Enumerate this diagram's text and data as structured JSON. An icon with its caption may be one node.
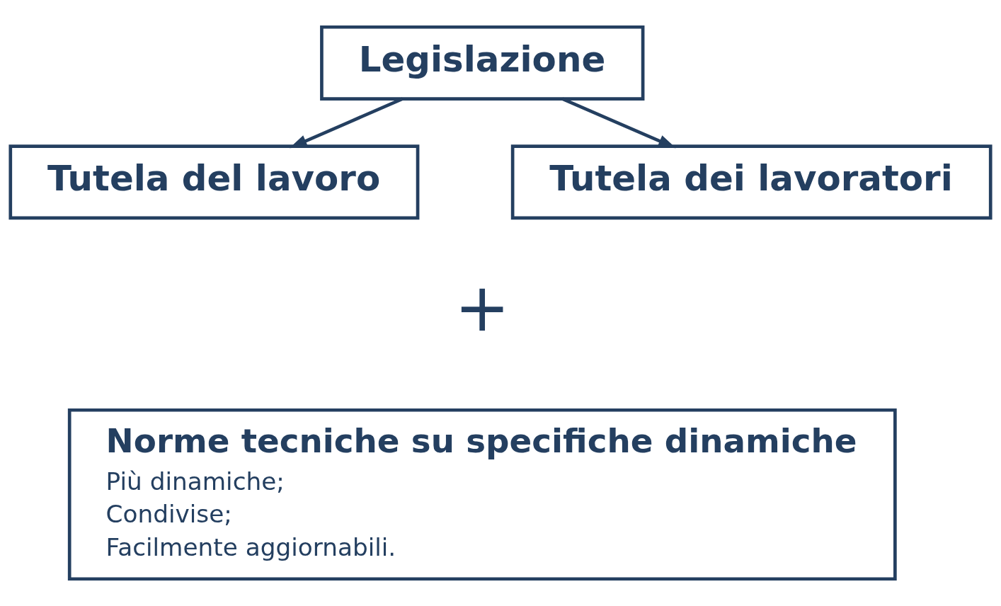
{
  "diagram": {
    "nodes": [
      {
        "text": [
          "Legislazione"
        ]
      },
      {
        "text": [
          "Tutela del lavoro"
        ]
      },
      {
        "text": [
          "Tutela dei lavoratori"
        ]
      },
      {
        "text": [
          "Norme tecniche su specifiche dinamiche",
          "Più dinamiche;",
          "Condivise;",
          "Facilmente aggiornabili."
        ]
      }
    ],
    "edges": [
      {
        "from": 0,
        "to": 1,
        "arrow": "to"
      },
      {
        "from": 0,
        "to": 2,
        "arrow": "to"
      }
    ],
    "labels": [
      "+"
    ]
  }
}
